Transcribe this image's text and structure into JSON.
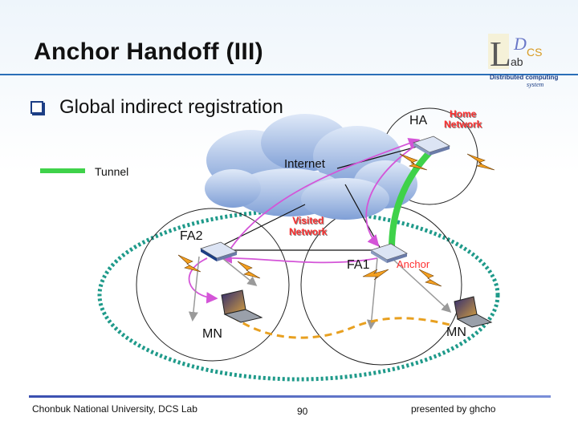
{
  "slide": {
    "title": "Anchor Handoff (III)",
    "bullet": "Global indirect registration",
    "logo_letters": {
      "l": "L",
      "ab": "ab",
      "d": "D",
      "cs": "CS"
    },
    "logo_caption_1": "Distributed computing",
    "logo_caption_2": "system"
  },
  "diagram": {
    "ha": "HA",
    "home_network": [
      "Home",
      "Network"
    ],
    "internet": "Internet",
    "tunnel_legend": "Tunnel",
    "visited_network": [
      "Visited",
      "Network"
    ],
    "fa2": "FA2",
    "fa1": "FA1",
    "anchor": "Anchor",
    "mn_left": "MN",
    "mn_right": "MN"
  },
  "footer": {
    "institution": "Chonbuk National University, DCS Lab",
    "page": "90",
    "presenter": "presented by ghcho"
  },
  "colors": {
    "tunnel": "#3fd24a",
    "path": "#d455d8",
    "visited_boundary": "#1f9a8a",
    "movement": "#e8a020",
    "cloud": "#7f9fd6",
    "title_rule": "#2b6fb8"
  }
}
